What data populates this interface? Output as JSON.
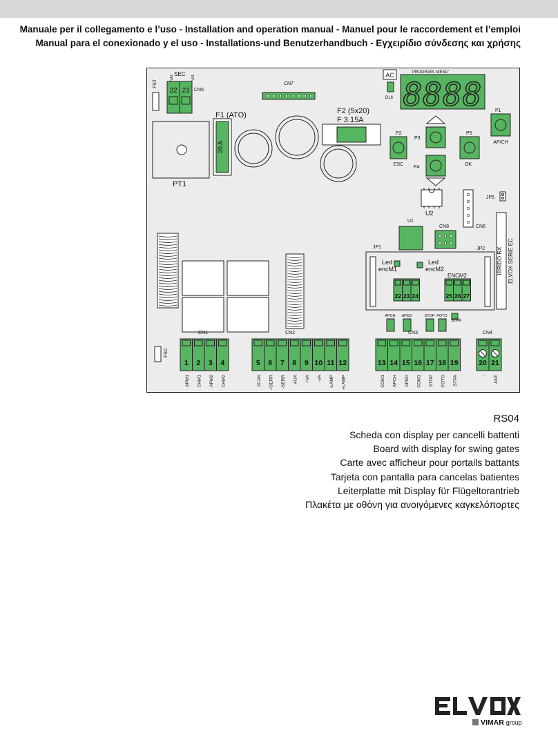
{
  "header": {
    "line1": "Manuale per il collegamento e l’uso - Installation and operation manual - Manuel pour le raccordement et l’emploi",
    "line2": "Manual para el conexionado y el uso - Installations-und Benutzerhandbuch - Εγχειρίδιο σύνδεσης και χρήσης"
  },
  "board": {
    "sec": "SEC",
    "va2": "VA2",
    "va1": "VA1",
    "fst": "FST",
    "sec_terminals": [
      "22",
      "23"
    ],
    "cn5": "CN5",
    "cn7": "CN7",
    "f1": "F1 (ATO)",
    "fuse_rating": "20 A",
    "f2": "F2 (5x20)",
    "f2_rating": "F 3.15A",
    "pt1": "PT1",
    "ac": "AC",
    "dl6": "DL6",
    "program_menu": "PROGRAM. MENU'",
    "display": "8888",
    "p1": "P1",
    "apch_btn": "AP/CH",
    "p2": "P2",
    "esc": "ESC",
    "p3": "P3",
    "p4": "P4",
    "p5": "P5",
    "ok": "OK",
    "u2": "U2",
    "jp5": "JP5",
    "cn6": "CN6",
    "u1": "U1",
    "cn8": "CN8",
    "jp1": "JP1",
    "jp2": "JP2",
    "led_m1": "Led",
    "enc_m1": "encM1",
    "led_m2": "Led",
    "enc_m2": "encM2",
    "encm2": "ENCM2",
    "enc_left_terminals": [
      "22",
      "23",
      "24"
    ],
    "enc_right_terminals": [
      "25",
      "26",
      "27"
    ],
    "module_name": "IBRIDO RX",
    "module_series": "ELVOX SERIE EC",
    "leds": [
      "APCH",
      "APED",
      "STOP",
      "FOTO"
    ],
    "stpa": "STPA",
    "fsc": "FSC",
    "cn1": {
      "label": "CN1",
      "terminals": [
        "1",
        "2",
        "3",
        "4"
      ],
      "labels": [
        "APM1",
        "CHM1",
        "APM2",
        "CHM2"
      ]
    },
    "cn2": {
      "label": "CN2",
      "terminals": [
        "5",
        "6",
        "7",
        "8",
        "9",
        "10",
        "11",
        "12"
      ],
      "labels": [
        "2CAN",
        "+SERR",
        "-SERR",
        "AUX",
        "+VA",
        "-VA",
        "-LAMP",
        "+LAMP"
      ]
    },
    "cn3": {
      "label": "CN3",
      "terminals": [
        "13",
        "14",
        "15",
        "16",
        "17",
        "18",
        "19"
      ],
      "labels": [
        "COM1",
        "APCH",
        "APED",
        "COM1",
        "STOP",
        "FOTO",
        "STPA"
      ]
    },
    "cn4": {
      "label": "CN4",
      "terminals": [
        "20",
        "21"
      ],
      "labels": [
        "-",
        "ANT"
      ]
    }
  },
  "product": {
    "model": "RS04",
    "descriptions": [
      "Scheda con display per cancelli battenti",
      "Board with display for swing gates",
      "Carte avec afficheur pour portails battants",
      "Tarjeta con pantalla para cancelas batientes",
      "Leiterplatte mit Display für Flügeltorantrieb",
      "Πλακέτα με οθόνη για ανοιγόμενες καγκελόπορτες"
    ]
  },
  "brand": {
    "logo": "ELVOX",
    "vimar": "VIMAR",
    "group": "group"
  },
  "colors": {
    "green": "#57b460",
    "board": "#ececec",
    "dark": "#222222"
  }
}
